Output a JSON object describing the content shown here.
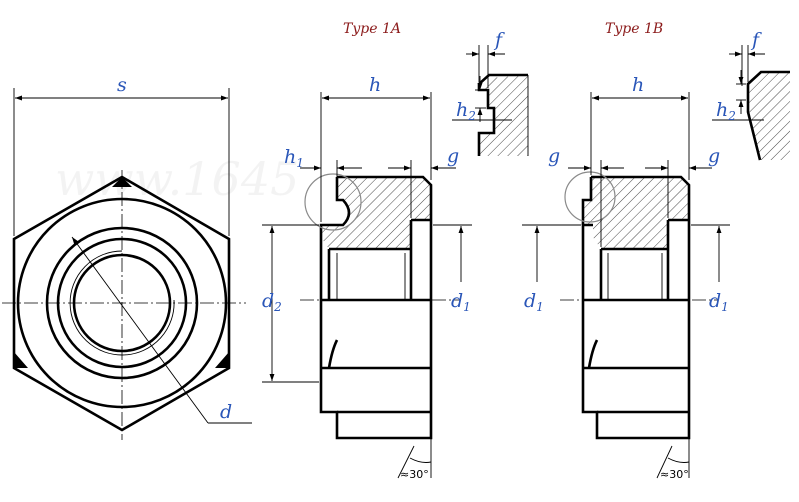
{
  "diagram": {
    "watermark": "www.1645",
    "types": {
      "type_1a": "Type 1A",
      "type_1b": "Type 1B"
    },
    "labels": {
      "s": "s",
      "d": "d",
      "d2_main": "d",
      "d2_sub": "2",
      "h_1a": "h",
      "h1_main": "h",
      "h1_sub": "1",
      "g_1a": "g",
      "d1_1a_main": "d",
      "d1_1a_sub": "1",
      "f_1a": "f",
      "h2_1a_main": "h",
      "h2_1a_sub": "2",
      "h_1b": "h",
      "g_1b_left": "g",
      "g_1b_right": "g",
      "d1_1b_left_main": "d",
      "d1_1b_left_sub": "1",
      "d1_1b_right_main": "d",
      "d1_1b_right_sub": "1",
      "f_1b": "f",
      "h2_1b_main": "h",
      "h2_1b_sub": "2",
      "angle_1a": "≈30°",
      "angle_1b": "≈30°"
    },
    "colors": {
      "label": "#2a56b8",
      "type_title": "#8b1a1a",
      "lines": "#000000"
    }
  }
}
